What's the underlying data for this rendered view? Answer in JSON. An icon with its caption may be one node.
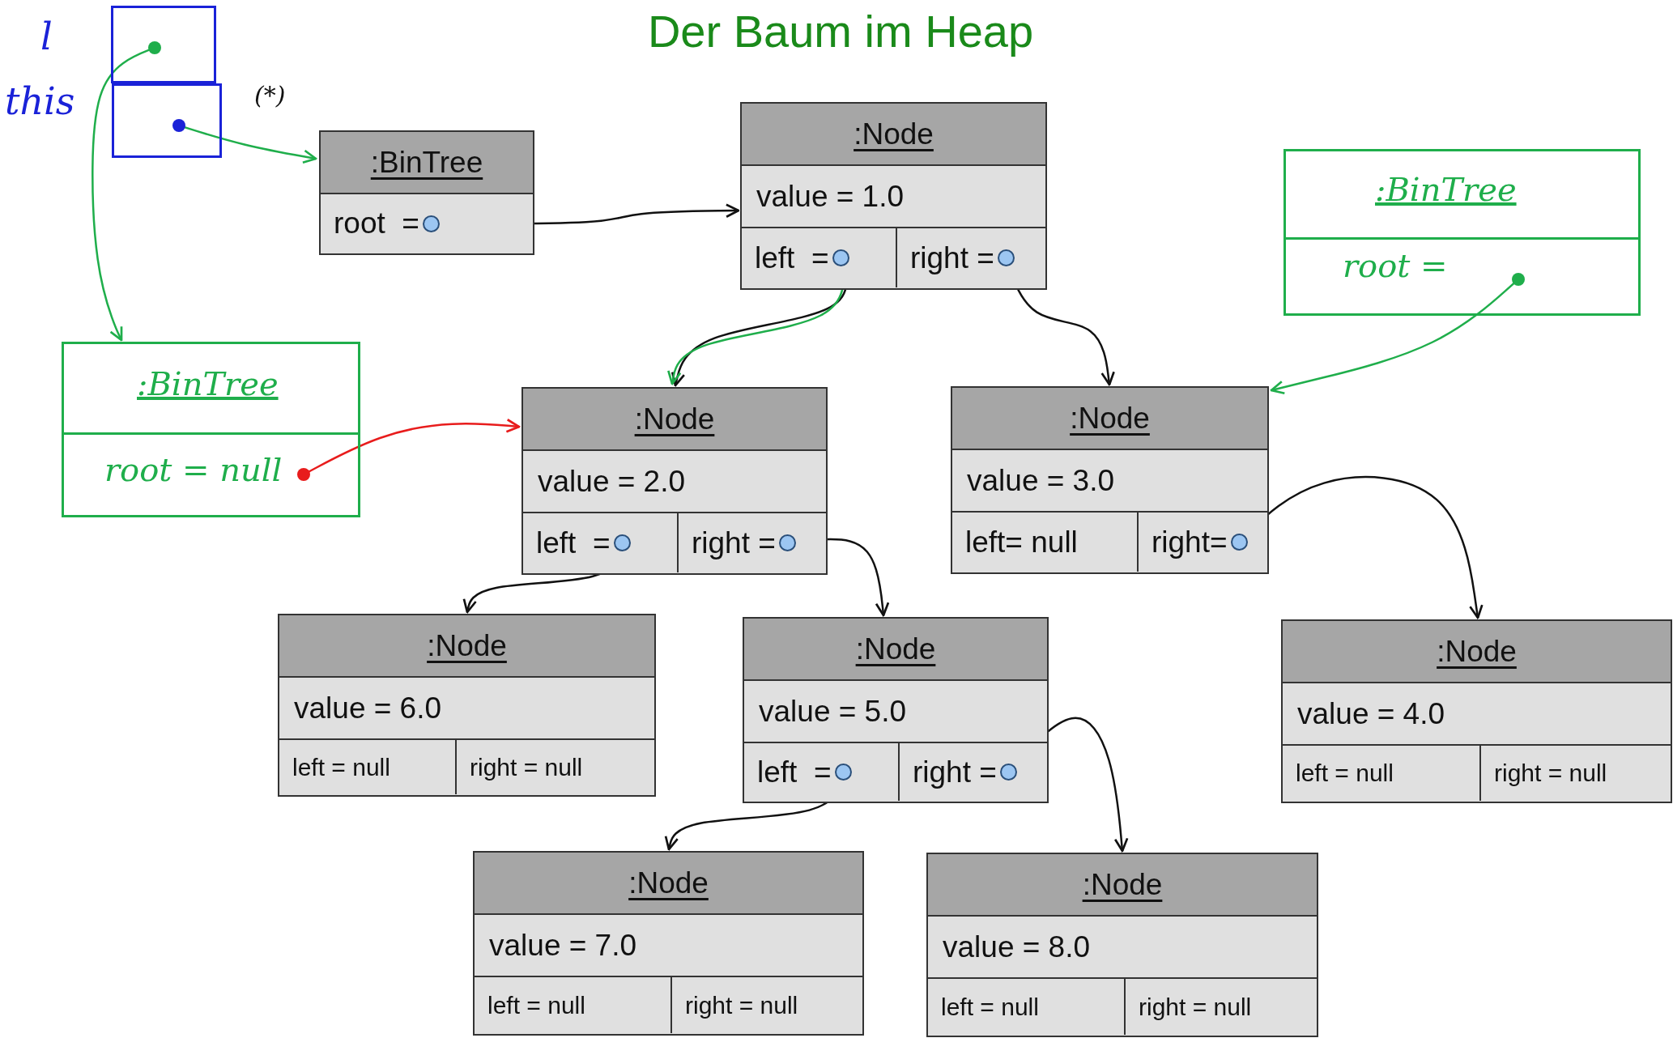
{
  "diagram": {
    "title": "Der Baum im Heap",
    "nodes": [
      {
        "text": [],
        "shape": "box",
        "beside": [
          "l"
        ]
      },
      {
        "text": [],
        "shape": "box",
        "beside": [
          "this"
        ]
      },
      {
        "text": [
          ":BinTree"
        ]
      },
      {
        "text": [
          "root  ="
        ],
        "in": 2
      },
      {
        "text": [
          ":Node",
          "value = 1.0"
        ]
      },
      {
        "text": [
          "left  ="
        ],
        "in": 4
      },
      {
        "text": [
          "right ="
        ],
        "in": 4
      },
      {
        "text": [
          ":BinTree",
          "root ="
        ]
      },
      {
        "text": [
          ":BinTree",
          "root = null"
        ]
      },
      {
        "text": [
          ":Node",
          "value = 2.0"
        ]
      },
      {
        "text": [
          "left  ="
        ],
        "in": 9
      },
      {
        "text": [
          "right ="
        ],
        "in": 9
      },
      {
        "text": [
          ":Node",
          "value = 3.0"
        ]
      },
      {
        "text": [
          "left= null"
        ],
        "in": 12
      },
      {
        "text": [
          "right="
        ],
        "in": 12
      },
      {
        "text": [
          ":Node",
          "value = 6.0"
        ]
      },
      {
        "text": [
          "left = null"
        ],
        "in": 15
      },
      {
        "text": [
          "right = null"
        ],
        "in": 15
      },
      {
        "text": [
          ":Node",
          "value = 5.0"
        ]
      },
      {
        "text": [
          "left  ="
        ],
        "in": 18
      },
      {
        "text": [
          "right ="
        ],
        "in": 18
      },
      {
        "text": [
          ":Node",
          "value = 4.0"
        ]
      },
      {
        "text": [
          "left = null"
        ],
        "in": 21
      },
      {
        "text": [
          "right = null"
        ],
        "in": 21
      },
      {
        "text": [
          ":Node",
          "value = 7.0"
        ]
      },
      {
        "text": [
          "left = null"
        ],
        "in": 24
      },
      {
        "text": [
          "right = null"
        ],
        "in": 24
      },
      {
        "text": [
          ":Node",
          "value = 8.0"
        ]
      },
      {
        "text": [
          "left = null"
        ],
        "in": 27
      },
      {
        "text": [
          "right = null"
        ],
        "in": 27
      }
    ],
    "edges": [
      {
        "from": 1,
        "to": 2,
        "arrow": "to",
        "color": "#1fae4b"
      },
      {
        "from": 0,
        "to": 8,
        "arrow": "to",
        "color": "#1fae4b"
      },
      {
        "from": 3,
        "to": 4,
        "arrow": "to"
      },
      {
        "from": 5,
        "to": 9,
        "arrow": "to"
      },
      {
        "from": 5,
        "to": 9,
        "arrow": "to",
        "color": "#1fae4b"
      },
      {
        "from": 6,
        "to": 12,
        "arrow": "to"
      },
      {
        "from": 7,
        "to": 12,
        "arrow": "to",
        "color": "#1fae4b"
      },
      {
        "from": 8,
        "to": 9,
        "arrow": "to",
        "color": "#e81c1c"
      },
      {
        "from": 10,
        "to": 15,
        "arrow": "to"
      },
      {
        "from": 11,
        "to": 18,
        "arrow": "to"
      },
      {
        "from": 14,
        "to": 21,
        "arrow": "to"
      },
      {
        "from": 19,
        "to": 24,
        "arrow": "to"
      },
      {
        "from": 20,
        "to": 27,
        "arrow": "to"
      }
    ],
    "labels": [
      "(*)"
    ]
  }
}
